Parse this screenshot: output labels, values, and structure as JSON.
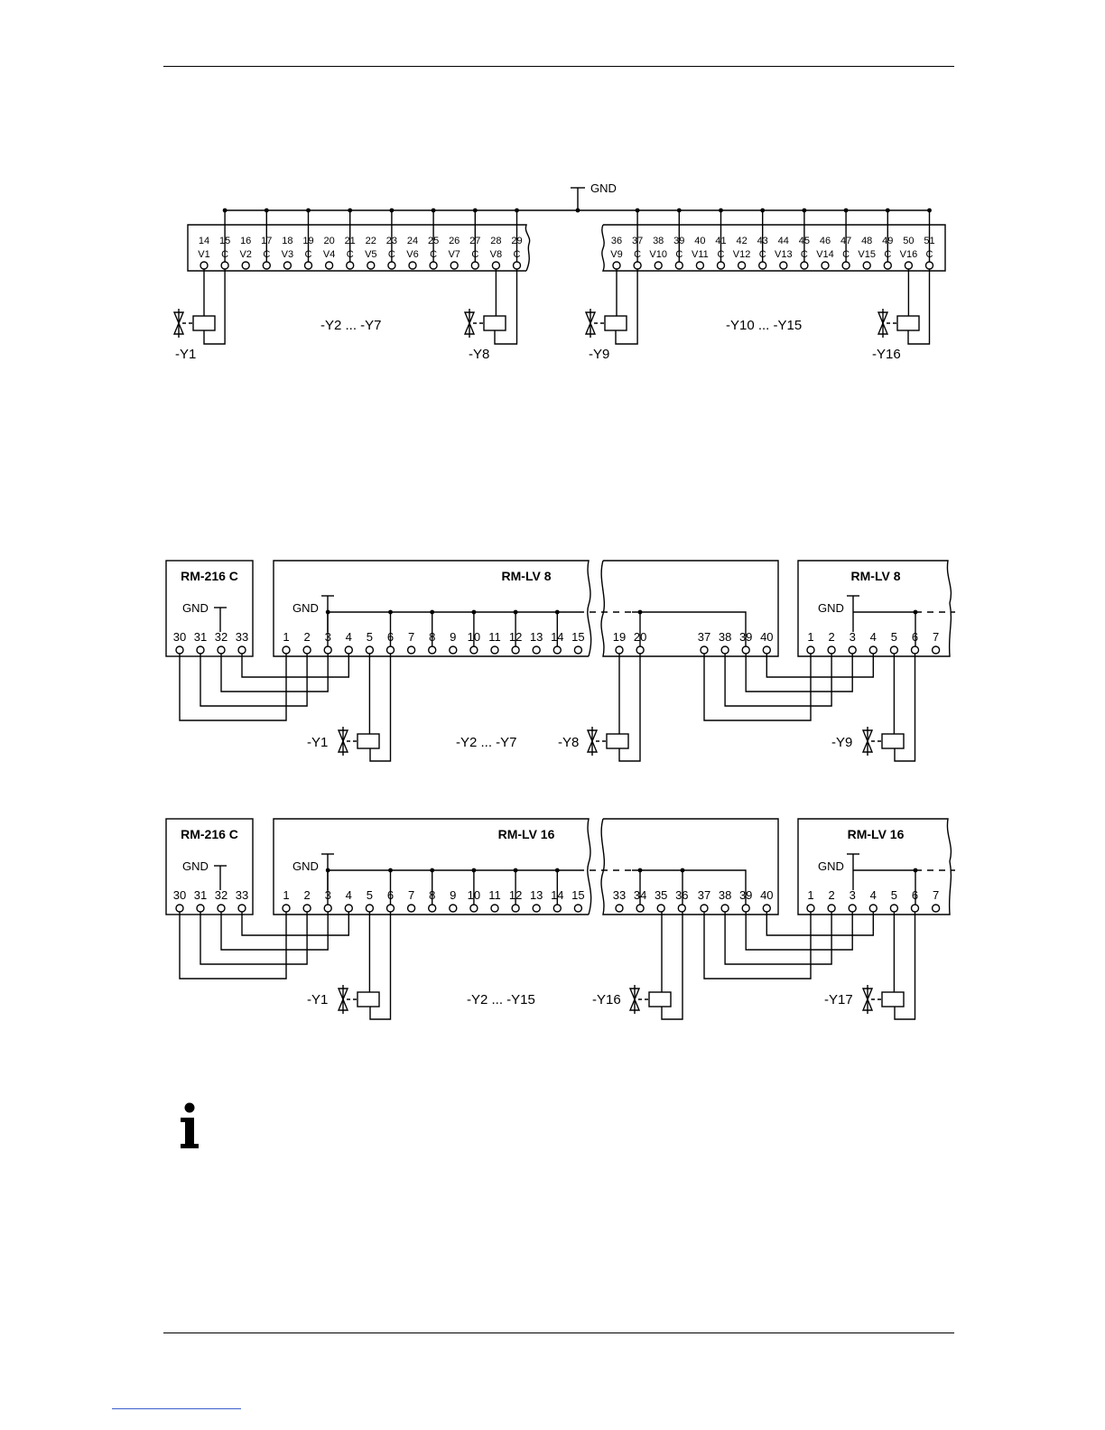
{
  "gnd": "GND",
  "diagram1": {
    "left_numbers": [
      "14",
      "15",
      "16",
      "17",
      "18",
      "19",
      "20",
      "21",
      "22",
      "23",
      "24",
      "25",
      "26",
      "27",
      "28",
      "29"
    ],
    "left_names": [
      "V1",
      "C",
      "V2",
      "C",
      "V3",
      "C",
      "V4",
      "C",
      "V5",
      "C",
      "V6",
      "C",
      "V7",
      "C",
      "V8",
      "C"
    ],
    "right_numbers": [
      "36",
      "37",
      "38",
      "39",
      "40",
      "41",
      "42",
      "43",
      "44",
      "45",
      "46",
      "47",
      "48",
      "49",
      "50",
      "51"
    ],
    "right_names": [
      "V9",
      "C",
      "V10",
      "C",
      "V11",
      "C",
      "V12",
      "C",
      "V13",
      "C",
      "V14",
      "C",
      "V15",
      "C",
      "V16",
      "C"
    ],
    "labels": {
      "y1": "-Y1",
      "y2_y7": "-Y2 ... -Y7",
      "y8": "-Y8",
      "y9": "-Y9",
      "y10_y15": "-Y10 ... -Y15",
      "y16": "-Y16"
    }
  },
  "diagram2": {
    "controller_title": "RM-216 C",
    "module_title": "RM-LV 8",
    "module_title_2": "RM-LV 8",
    "controller_terminals": [
      "30",
      "31",
      "32",
      "33"
    ],
    "module_terminals_a": [
      "1",
      "2",
      "3",
      "4",
      "5",
      "6",
      "7",
      "8",
      "9",
      "10",
      "11",
      "12",
      "13",
      "14",
      "15"
    ],
    "module_terminals_b": [
      "19",
      "20"
    ],
    "module_terminals_c": [
      "37",
      "38",
      "39",
      "40"
    ],
    "module2_terminals": [
      "1",
      "2",
      "3",
      "4",
      "5",
      "6",
      "7"
    ],
    "labels": {
      "y1": "-Y1",
      "range": "-Y2 ... -Y7",
      "y_end": "-Y8",
      "y_next": "-Y9"
    }
  },
  "diagram3": {
    "controller_title": "RM-216 C",
    "module_title": "RM-LV 16",
    "module_title_2": "RM-LV 16",
    "controller_terminals": [
      "30",
      "31",
      "32",
      "33"
    ],
    "module_terminals_a": [
      "1",
      "2",
      "3",
      "4",
      "5",
      "6",
      "7",
      "8",
      "9",
      "10",
      "11",
      "12",
      "13",
      "14",
      "15"
    ],
    "module_terminals_b": [
      "33",
      "34",
      "35",
      "36"
    ],
    "module_terminals_c": [
      "37",
      "38",
      "39",
      "40"
    ],
    "module2_terminals": [
      "1",
      "2",
      "3",
      "4",
      "5",
      "6",
      "7"
    ],
    "labels": {
      "y1": "-Y1",
      "range": "-Y2 ... -Y15",
      "y_end": "-Y16",
      "y_next": "-Y17"
    }
  },
  "icons": {
    "info": "info-icon",
    "valve": "solenoid-valve-icon"
  }
}
